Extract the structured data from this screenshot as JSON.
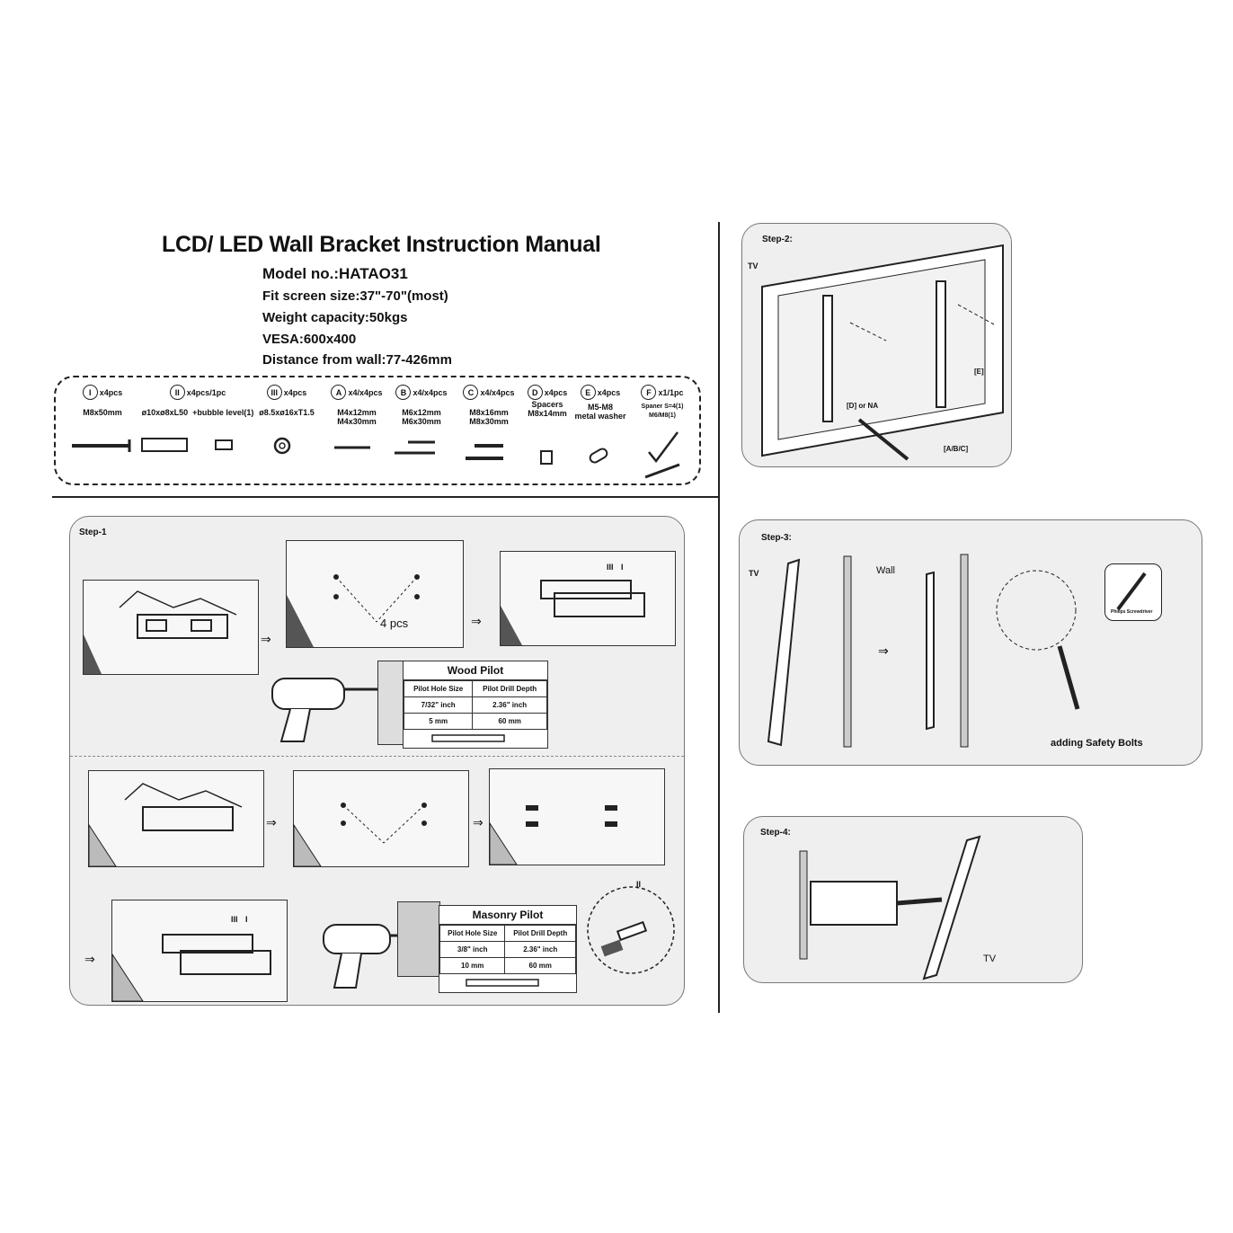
{
  "header": {
    "title": "LCD/ LED Wall Bracket Instruction Manual",
    "model": "Model  no.:HATAO31",
    "fit_size": "Fit screen size:37\"-70\"(most)",
    "weight": "Weight capacity:50kgs",
    "vesa": "VESA:600x400",
    "distance": "Distance from wall:77-426mm"
  },
  "parts": [
    {
      "id": "I",
      "qty": "x4pcs",
      "size": "M8x50mm"
    },
    {
      "id": "II",
      "qty": "x4pcs/1pc",
      "size": "ø10xø8xL50  +bubble level(1)"
    },
    {
      "id": "III",
      "qty": "x4pcs",
      "size": "ø8.5xø16xT1.5"
    },
    {
      "id": "A",
      "qty": "x4/x4pcs",
      "size": "M4x12mm\nM4x30mm"
    },
    {
      "id": "B",
      "qty": "x4/x4pcs",
      "size": "M6x12mm\nM6x30mm"
    },
    {
      "id": "C",
      "qty": "x4/x4pcs",
      "size": "M8x16mm\nM8x30mm"
    },
    {
      "id": "D",
      "qty": "x4pcs",
      "size": "Spacers\nM8x14mm"
    },
    {
      "id": "E",
      "qty": "x4pcs",
      "size": "M5-M8\nmetal washer"
    },
    {
      "id": "F",
      "qty": "x1/1pc",
      "size": "Spaner S=4(1)\nM6/M8(1)"
    }
  ],
  "step1": {
    "label": "Step-1",
    "drill_note": "4 pcs",
    "wood_table": {
      "title": "Wood Pilot",
      "headers": [
        "Pilot Hole Size",
        "Pilot Drill Depth"
      ],
      "rows": [
        [
          "7/32\" inch",
          "2.36\" inch"
        ],
        [
          "5 mm",
          "60 mm"
        ]
      ]
    },
    "masonry_table": {
      "title": "Masonry Pilot",
      "headers": [
        "Pilot Hole Size",
        "Pilot Drill Depth"
      ],
      "rows": [
        [
          "3/8\" inch",
          "2.36\" inch"
        ],
        [
          "10 mm",
          "60 mm"
        ]
      ]
    },
    "callout_a": "III",
    "callout_b": "I",
    "callout_c": "III",
    "callout_d": "I",
    "callout_e": "II"
  },
  "step2": {
    "label": "Step-2:",
    "tv": "TV",
    "d_or_na": "[D] or NA",
    "e": "[E]",
    "abc": "[A/B/C]"
  },
  "step3": {
    "label": "Step-3:",
    "tv": "TV",
    "wall": "Wall",
    "screwdriver": "Philips Screwdriver",
    "note": "adding Safety Bolts"
  },
  "step4": {
    "label": "Step-4:",
    "tv": "TV"
  }
}
